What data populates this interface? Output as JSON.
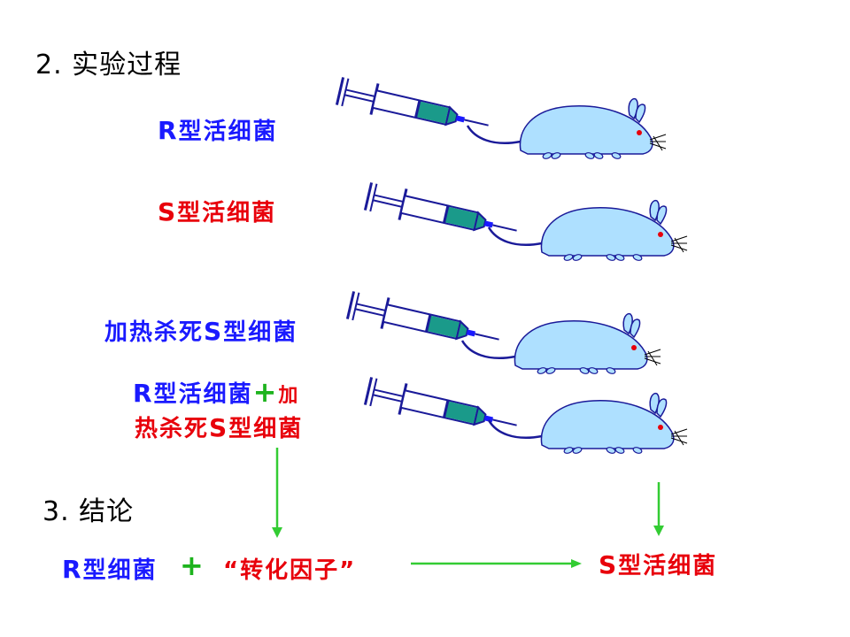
{
  "sections": {
    "process_title": "2. 实验过程",
    "conclusion_title": "3. 结论"
  },
  "experiments": [
    {
      "prefix": "R",
      "text": "型活细菌"
    },
    {
      "prefix": "S",
      "text": "型活细菌"
    },
    {
      "pre": "加热杀死",
      "prefix": "S",
      "text": "型细菌"
    },
    {
      "line1_prefix": "R",
      "line1_text": "型活细菌",
      "plus": "+",
      "line1_tail": "加",
      "line2_pre": "热杀死",
      "line2_prefix": "S",
      "line2_text": "型细菌"
    }
  ],
  "conclusion": {
    "r_prefix": "R",
    "r_text": "型细菌",
    "plus": "+",
    "factor": "“转化因子”",
    "result_prefix": "S",
    "result_text": "型活细菌"
  },
  "colors": {
    "blue_text": "#1a1aff",
    "red_text": "#e8000b",
    "green_arrow": "#33cc33",
    "mouse_fill": "#aee0ff",
    "syringe_liquid": "#1a9a8a"
  },
  "icons": [
    "syringe-icon",
    "mouse-icon",
    "arrow-down-icon",
    "arrow-right-icon"
  ]
}
